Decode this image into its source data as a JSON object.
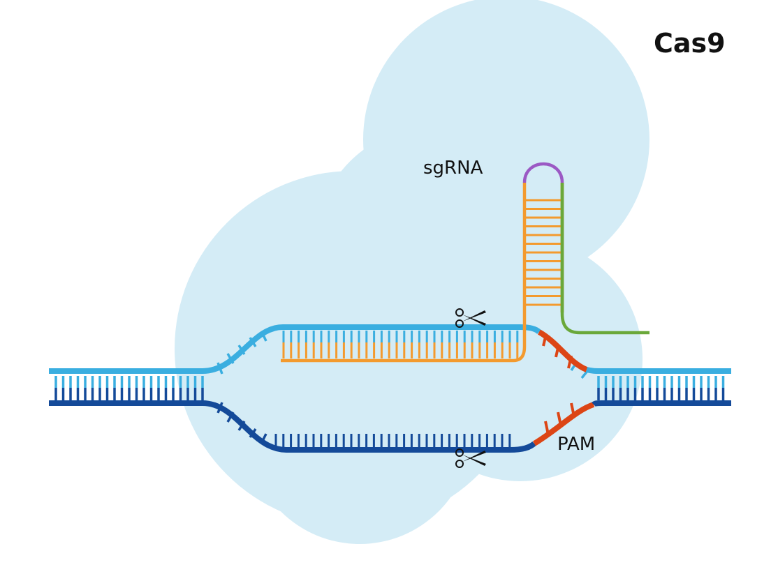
{
  "labels": {
    "title": "Cas9",
    "sgrna": "sgRNA",
    "pam": "PAM"
  },
  "colors": {
    "protein": "#d4ecf6",
    "dna_top": "#3aaee0",
    "dna_bottom": "#144a99",
    "guide_rna": "#f39a2e",
    "pam": "#dc4515",
    "loop": "#9b59c4",
    "scaffold_tail": "#6aa83a",
    "scissors": "#111111"
  },
  "icons": [
    "scissors-icon",
    "scissors-icon"
  ]
}
